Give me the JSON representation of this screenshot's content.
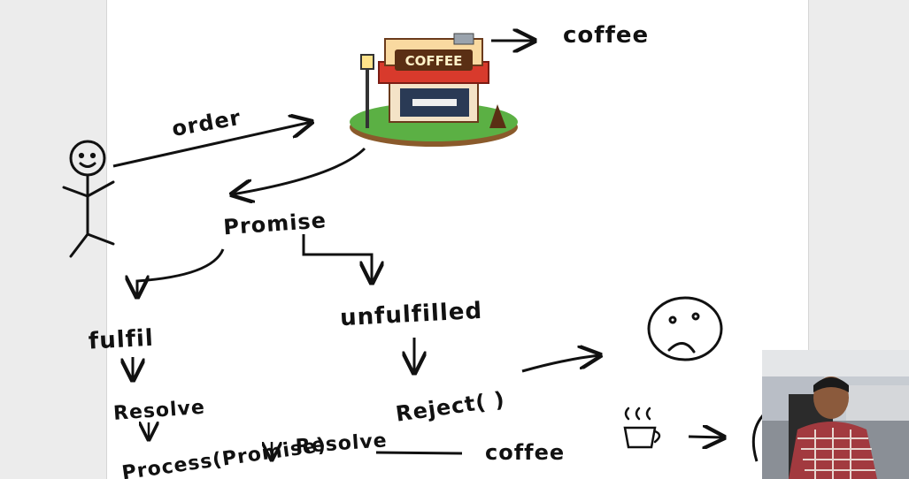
{
  "shop": {
    "sign": "COFFEE"
  },
  "labels": {
    "order": "order",
    "coffee_top": "coffee",
    "promise": "Promise",
    "fulfill": "fulfil",
    "unfulfilled": "unfulfilled",
    "resolve": "Resolve",
    "reject": "Reject( )",
    "process": "Process(Promise)",
    "resolve2": "Resolve",
    "coffee_bottom": "coffee"
  },
  "colors": {
    "ink": "#111111",
    "shop_roof": "#d83a2c",
    "grass": "#5bb044"
  }
}
